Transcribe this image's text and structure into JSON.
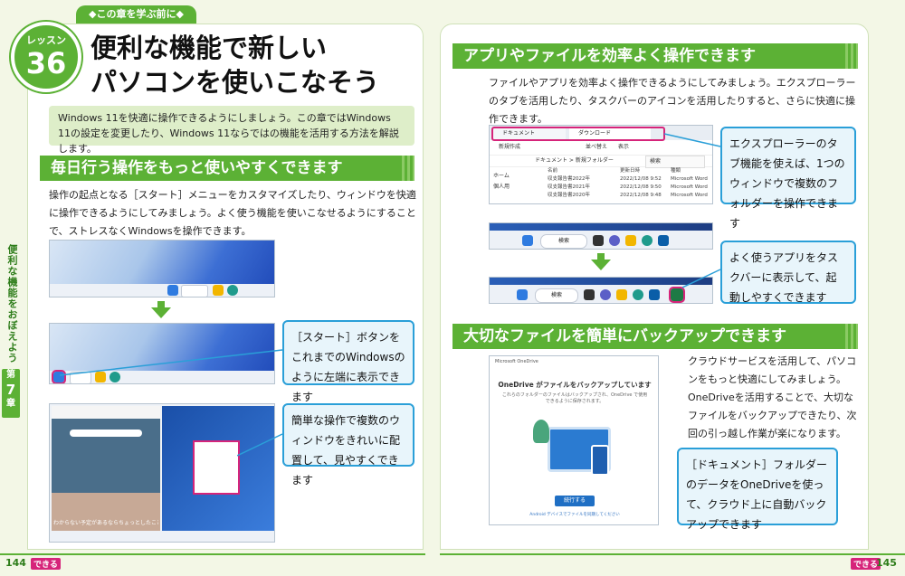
{
  "header": {
    "kicker": "◆この章を学ぶ前に◆",
    "lesson_label": "レッスン",
    "lesson_number": "36",
    "title_line1": "便利な機能で新しい",
    "title_line2": "パソコンを使いこなそう"
  },
  "intro": "Windows 11を快適に操作できるようにしましょう。この章ではWindows 11の設定を変更したり、Windows 11ならではの機能を活用する方法を解説します。",
  "side_tab": {
    "text": "便利な機能をおぼえよう",
    "chapter_label": "第",
    "chapter_number": "7",
    "chapter_suffix": "章"
  },
  "left_section": {
    "heading": "毎日行う操作をもっと使いやすくできます",
    "body": "操作の起点となる［スタート］メニューをカスタマイズしたり、ウィンドウを快適に操作できるようにしてみましょう。よく使う機能を使いこなせるようにすることで、ストレスなくWindowsを操作できます。",
    "callout_start": "［スタート］ボタンをこれまでのWindowsのように左端に表示できます",
    "callout_snap": "簡単な操作で複数のウィンドウをきれいに配置して、見やすくできます",
    "shot3_caption": "わからない予定があるならちょっとしたことから"
  },
  "right_section1": {
    "heading": "アプリやファイルを効率よく操作できます",
    "body": "ファイルやアプリを効率よく操作できるようにしてみましょう。エクスプローラーのタブを活用したり、タスクバーのアイコンを活用したりすると、さらに快適に操作できます。",
    "callout_tabs": "エクスプローラーのタブ機能を使えば、1つのウィンドウで複数のフォルダーを操作できます",
    "callout_taskbar": "よく使うアプリをタスクバーに表示して、起動しやすくできます",
    "explorer_tab1": "ドキュメント",
    "explorer_tab2": "ダウンロード",
    "explorer_new": "新規作成",
    "explorer_sort": "並べ替え",
    "explorer_view": "表示",
    "explorer_breadcrumb": "ドキュメント > 新規フォルダー",
    "explorer_search": "検索",
    "explorer_col_name": "名前",
    "explorer_col_date": "更新日時",
    "explorer_col_type": "種類",
    "explorer_side1": "ホーム",
    "explorer_side2": "個人用",
    "explorer_rows": [
      {
        "name": "収支報告書2022年",
        "date": "2022/12/08 9:52",
        "type": "Microsoft Word"
      },
      {
        "name": "収支報告書2021年",
        "date": "2022/12/08 9:50",
        "type": "Microsoft Word"
      },
      {
        "name": "収支報告書2020年",
        "date": "2022/12/08 9:48",
        "type": "Microsoft Word"
      }
    ],
    "search_label": "検索"
  },
  "right_section2": {
    "heading": "大切なファイルを簡単にバックアップできます",
    "body": "クラウドサービスを活用して、パソコンをもっと快適にしてみましょう。OneDriveを活用することで、大切なファイルをバックアップできたり、次回の引っ越し作業が楽になります。",
    "callout_backup": "［ドキュメント］フォルダーのデータをOneDriveを使って、クラウド上に自動バックアップできます",
    "od_window_title": "Microsoft OneDrive",
    "od_title": "OneDrive がファイルをバックアップしています",
    "od_desc": "これらのフォルダーのファイルはバックアップされ、OneDrive で使用できるように保存されます。",
    "od_button": "続行する",
    "od_footer": "Android デバイスでファイルを同期してください"
  },
  "footer": {
    "left_page": "144",
    "right_page": "145",
    "brand": "できる"
  },
  "colors": {
    "accent_green": "#5cb135",
    "callout_blue": "#2a9fd8",
    "highlight_pink": "#d6247a"
  }
}
